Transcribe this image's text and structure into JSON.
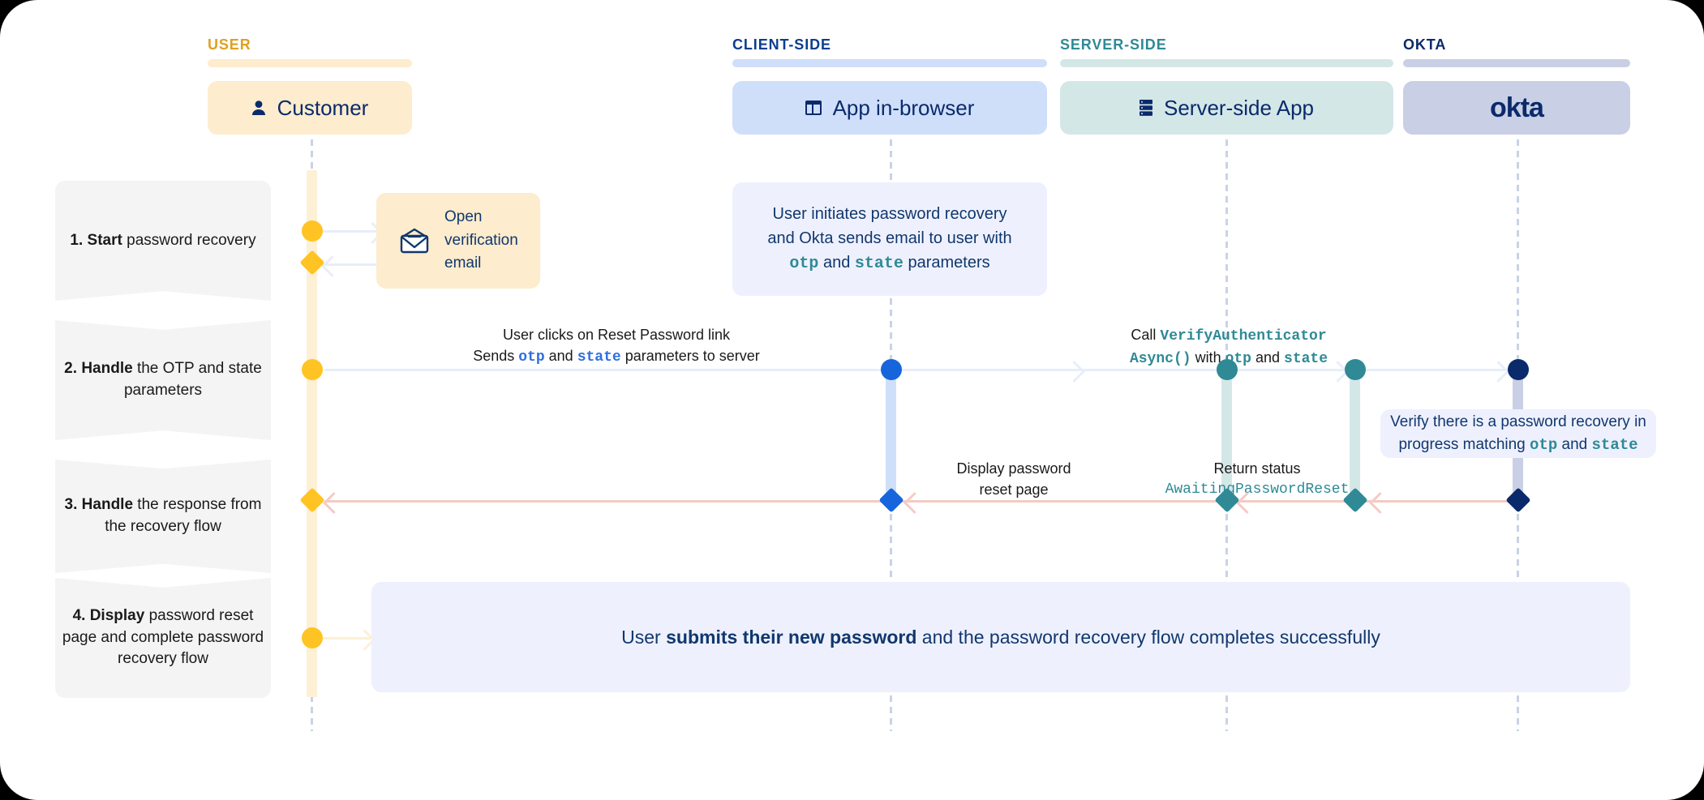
{
  "diagram": {
    "title": "Okta password recovery sequence flow",
    "colors": {
      "user_accent": "#e0a020",
      "user_fill": "#fdeccd",
      "client_accent": "#0b3d91",
      "client_fill": "#cfdffa",
      "server_accent": "#2f8a96",
      "server_fill": "#d4e7e7",
      "okta_accent": "#0b2a6b",
      "okta_fill": "#c9cfe4",
      "note_fill": "#eef1fd",
      "return_arrow": "#f4cbc4",
      "forward_arrow": "#e7eefa"
    }
  },
  "columns": [
    {
      "label": "USER",
      "actor": "Customer",
      "icon": "user-icon"
    },
    {
      "label": "CLIENT-SIDE",
      "actor": "App in-browser",
      "icon": "browser-window-icon"
    },
    {
      "label": "SERVER-SIDE",
      "actor": "Server-side App",
      "icon": "server-rack-icon"
    },
    {
      "label": "OKTA",
      "actor": "okta",
      "icon": "okta-logo"
    }
  ],
  "steps": [
    {
      "num": "1.",
      "bold": "Start",
      "rest": " password recovery"
    },
    {
      "num": "2.",
      "bold": "Handle",
      "rest": " the OTP and state parameters"
    },
    {
      "num": "3.",
      "bold": "Handle",
      "rest": " the response from the recovery flow"
    },
    {
      "num": "4.",
      "bold": "Display",
      "rest": " password reset page and complete password recovery flow"
    }
  ],
  "notes": {
    "email_box": "Open verification email",
    "initiate": {
      "line1": "User initiates password recovery",
      "line2": "and Okta sends email to user with",
      "tok1": "otp",
      "mid": " and ",
      "tok2": "state",
      "tail": " parameters"
    },
    "verify": {
      "line1": "Verify there is a password recovery in",
      "line2": "progress matching ",
      "tok1": "otp",
      "mid": " and ",
      "tok2": "state"
    },
    "final": {
      "pre": "User ",
      "bold": "submits their new password",
      "post": " and the password recovery flow completes successfully"
    }
  },
  "arrow_labels": {
    "reset_link": {
      "line1": "User clicks on Reset Password link",
      "pre": "Sends ",
      "tok1": "otp",
      "mid": " and ",
      "tok2": "state",
      "post": " parameters to server"
    },
    "call_verify": {
      "pre": "Call ",
      "fn1": "VerifyAuthenticator",
      "fn2": "Async()",
      "mid": " with ",
      "tok1": "otp",
      "and": " and ",
      "tok2": "state"
    },
    "display_reset": {
      "line1": "Display password",
      "line2": "reset page"
    },
    "return_status": {
      "line1": "Return status",
      "status": "AwaitingPasswordReset"
    }
  }
}
